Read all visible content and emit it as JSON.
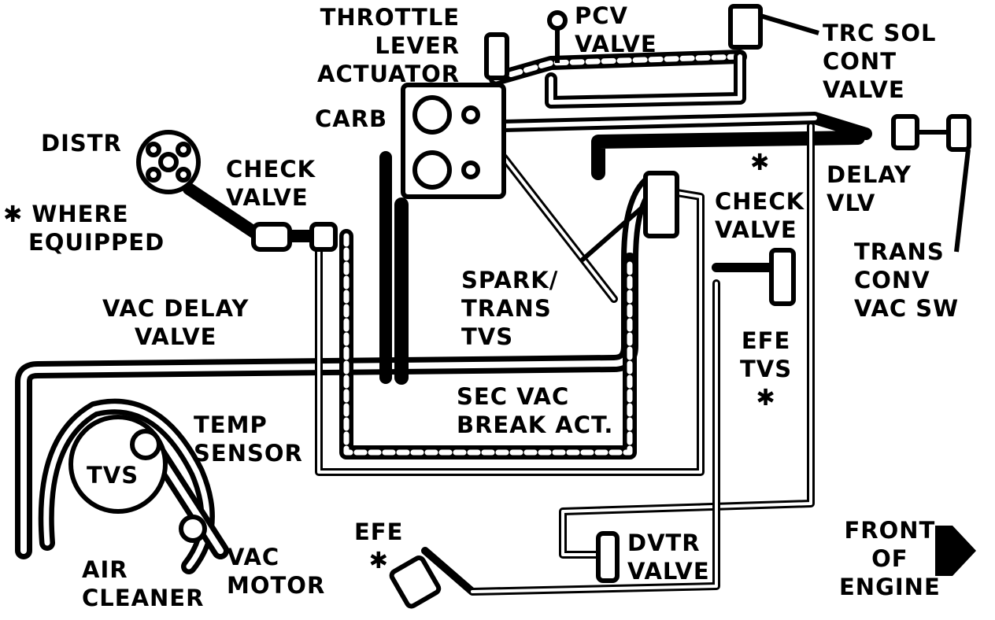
{
  "diagram": {
    "labels": {
      "throttle_lever_actuator": [
        "THROTTLE",
        "LEVER",
        "ACTUATOR"
      ],
      "pcv_valve": [
        "PCV",
        "VALVE"
      ],
      "trc_sol_cont_valve": [
        "TRC SOL",
        "CONT",
        "VALVE"
      ],
      "carb": "CARB",
      "distr": "DISTR",
      "check_valve_left": [
        "CHECK",
        "VALVE"
      ],
      "where_equipped": [
        "✱ WHERE",
        "EQUIPPED"
      ],
      "delay_vlv": [
        "DELAY",
        "VLV"
      ],
      "asterisk_mid": "✱",
      "check_valve_right": [
        "CHECK",
        "VALVE"
      ],
      "trans_conv_vac_sw": [
        "TRANS",
        "CONV",
        "VAC SW"
      ],
      "spark_trans_tvs": [
        "SPARK/",
        "TRANS",
        "TVS"
      ],
      "vac_delay_valve": [
        "VAC DELAY",
        "VALVE"
      ],
      "efe_tvs": [
        "EFE",
        "TVS",
        "✱"
      ],
      "sec_vac_break_act": [
        "SEC VAC",
        "BREAK ACT."
      ],
      "temp_sensor": [
        "TEMP",
        "SENSOR"
      ],
      "tvs": "TVS",
      "air_cleaner": [
        "AIR",
        "CLEANER"
      ],
      "vac_motor": [
        "VAC",
        "MOTOR"
      ],
      "efe": [
        "EFE",
        "✱"
      ],
      "dvtr_valve": [
        "DVTR",
        "VALVE"
      ],
      "front_of_engine": [
        "FRONT",
        "OF",
        "ENGINE"
      ]
    },
    "colors": {
      "ink": "#000000",
      "paper": "#ffffff"
    }
  }
}
